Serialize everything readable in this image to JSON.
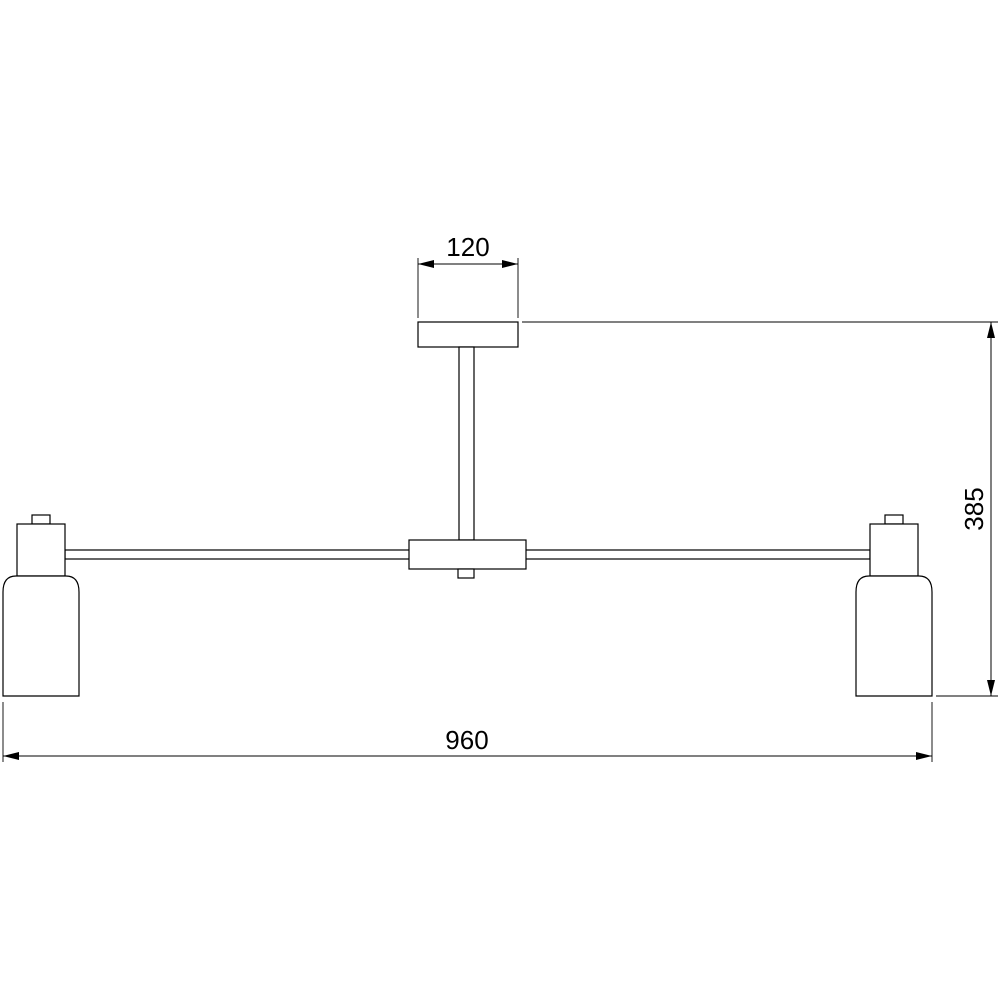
{
  "dimensions": {
    "canopy_width": "120",
    "total_height": "385",
    "total_width": "960"
  },
  "colors": {
    "stroke": "#000000",
    "background": "#ffffff"
  }
}
